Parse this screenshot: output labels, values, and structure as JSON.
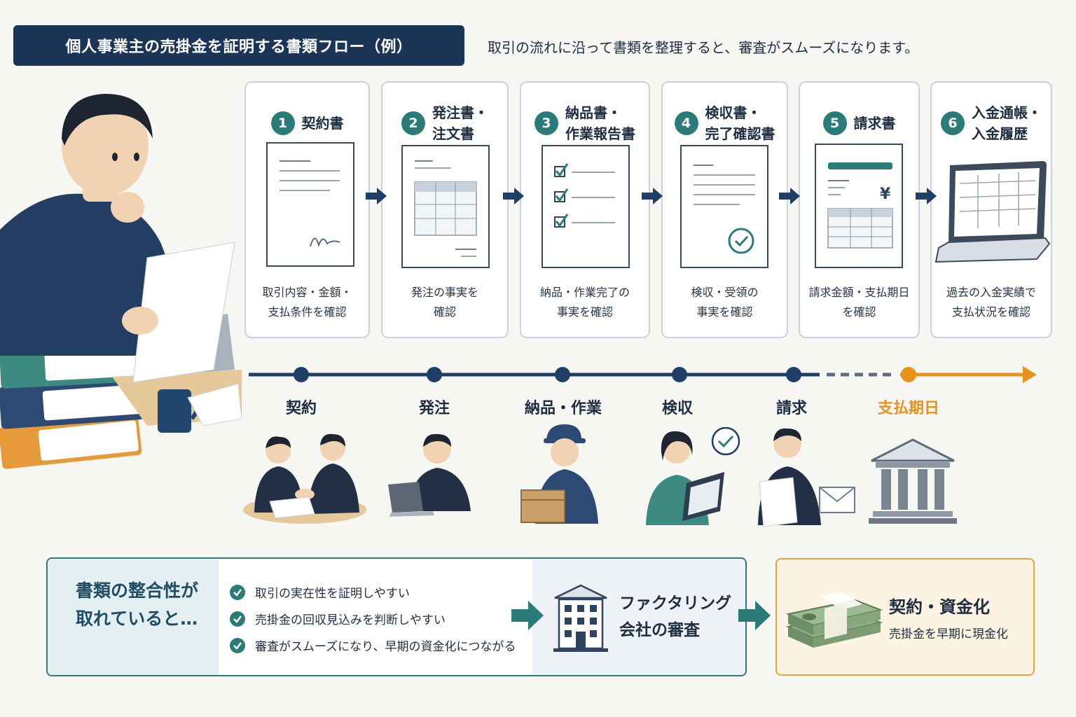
{
  "header": {
    "title": "個人事業主の売掛金を証明する書類フロー（例）",
    "subtitle": "取引の流れに沿って書類を整理すると、審査がスムーズになります。"
  },
  "steps": [
    {
      "number": "1",
      "title": "契約書",
      "desc": "取引内容・金額・\n支払条件を確認"
    },
    {
      "number": "2",
      "title": "発注書・\n注文書",
      "desc": "発注の事実を\n確認"
    },
    {
      "number": "3",
      "title": "納品書・\n作業報告書",
      "desc": "納品・作業完了の\n事実を確認"
    },
    {
      "number": "4",
      "title": "検収書・\n完了確認書",
      "desc": "検収・受領の\n事実を確認"
    },
    {
      "number": "5",
      "title": "請求書",
      "desc": "請求金額・支払期日\nを確認",
      "currency": "¥"
    },
    {
      "number": "6",
      "title": "入金通帳・\n入金履歴",
      "desc": "過去の入金実績で\n支払状況を確認"
    }
  ],
  "timeline": [
    {
      "label": "契約"
    },
    {
      "label": "発注"
    },
    {
      "label": "納品・作業"
    },
    {
      "label": "検収"
    },
    {
      "label": "請求"
    },
    {
      "label": "支払期日"
    }
  ],
  "summary": {
    "lead": "書類の整合性が\n取れていると…",
    "checks": [
      "取引の実在性を証明しやすい",
      "売掛金の回収見込みを判断しやすい",
      "審査がスムーズになり、早期の資金化につながる"
    ],
    "factoring": "ファクタリング\n会社の審査",
    "final_title": "契約・資金化",
    "final_sub": "売掛金を早期に現金化"
  },
  "colors": {
    "navy": "#1b3556",
    "teal": "#2b7b78",
    "orange": "#e8911b",
    "border": "#c7d3df"
  }
}
